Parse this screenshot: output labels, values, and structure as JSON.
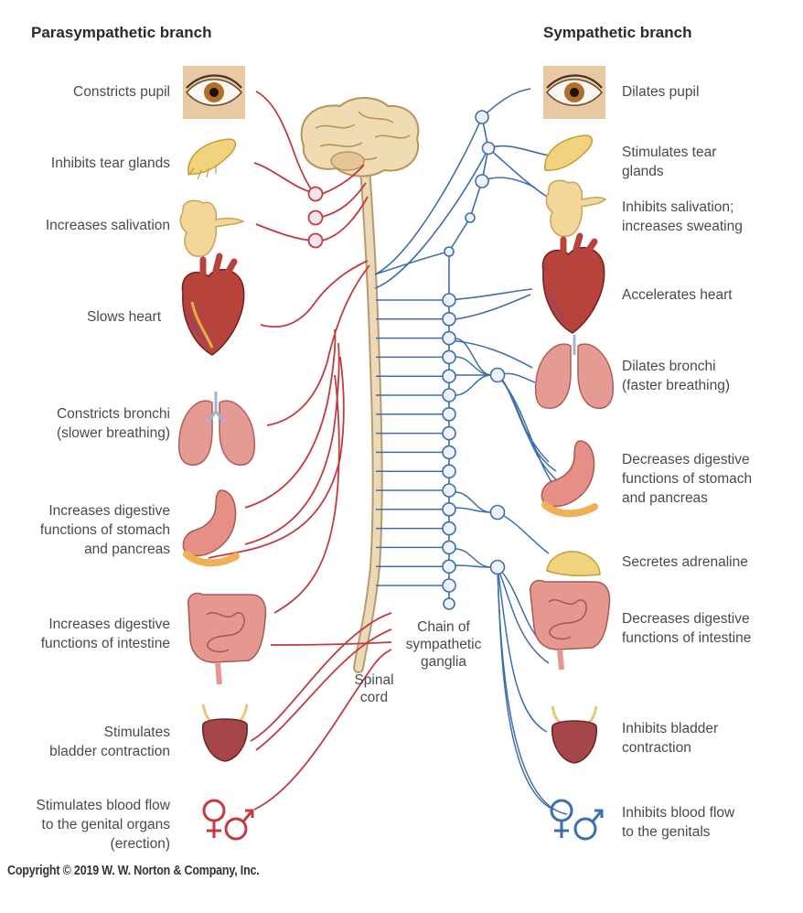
{
  "headers": {
    "left": "Parasympathetic branch",
    "right": "Sympathetic branch"
  },
  "left_labels": [
    "Constricts pupil",
    "Inhibits tear glands",
    "Increases salivation",
    "Slows heart",
    "Constricts bronchi\n(slower breathing)",
    "Increases digestive\nfunctions of stomach\nand pancreas",
    "Increases digestive\nfunctions of intestine",
    "Stimulates\nbladder contraction",
    "Stimulates blood flow\nto the genital organs\n(erection)"
  ],
  "right_labels": [
    "Dilates pupil",
    "Stimulates tear\nglands",
    "Inhibits salivation;\nincreases sweating",
    "Accelerates heart",
    "Dilates bronchi\n(faster breathing)",
    "Decreases digestive\nfunctions of stomach\nand pancreas",
    "Secretes adrenaline",
    "Decreases digestive\nfunctions of intestine",
    "Inhibits bladder\ncontraction",
    "Inhibits blood flow\nto the genitals"
  ],
  "center_labels": {
    "spinal_cord": "Spinal\ncord",
    "chain": "Chain of\nsympathetic\nganglia"
  },
  "copyright": "Copyright © 2019 W. W. Norton & Company, Inc.",
  "colors": {
    "parasympathetic": "#c0393c",
    "sympathetic": "#3e6fa8",
    "node_fill": "#eef2fb",
    "cord": "#e9d6b4"
  },
  "icons": [
    "eye-icon",
    "tear-gland-icon",
    "salivary-gland-icon",
    "heart-icon",
    "lungs-icon",
    "stomach-icon",
    "intestine-icon",
    "bladder-icon",
    "gender-symbols-icon",
    "adrenal-gland-icon",
    "brain-icon"
  ]
}
